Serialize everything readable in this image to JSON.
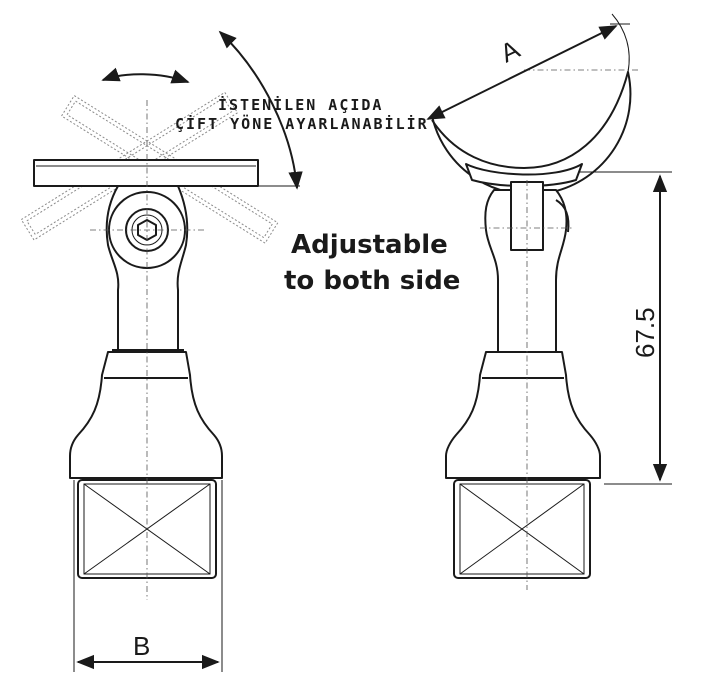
{
  "annotation": {
    "line1": "İSTENİLEN AÇIDA",
    "line2": "ÇİFT YÖNE AYARLANABİLİR"
  },
  "caption": {
    "line1": "Adjustable",
    "line2": "to both side"
  },
  "dimensions": {
    "a_label": "A",
    "b_label": "B",
    "height_value": "67.5"
  },
  "colors": {
    "stroke": "#1a1a1a",
    "ghost": "#8a8a8a"
  }
}
